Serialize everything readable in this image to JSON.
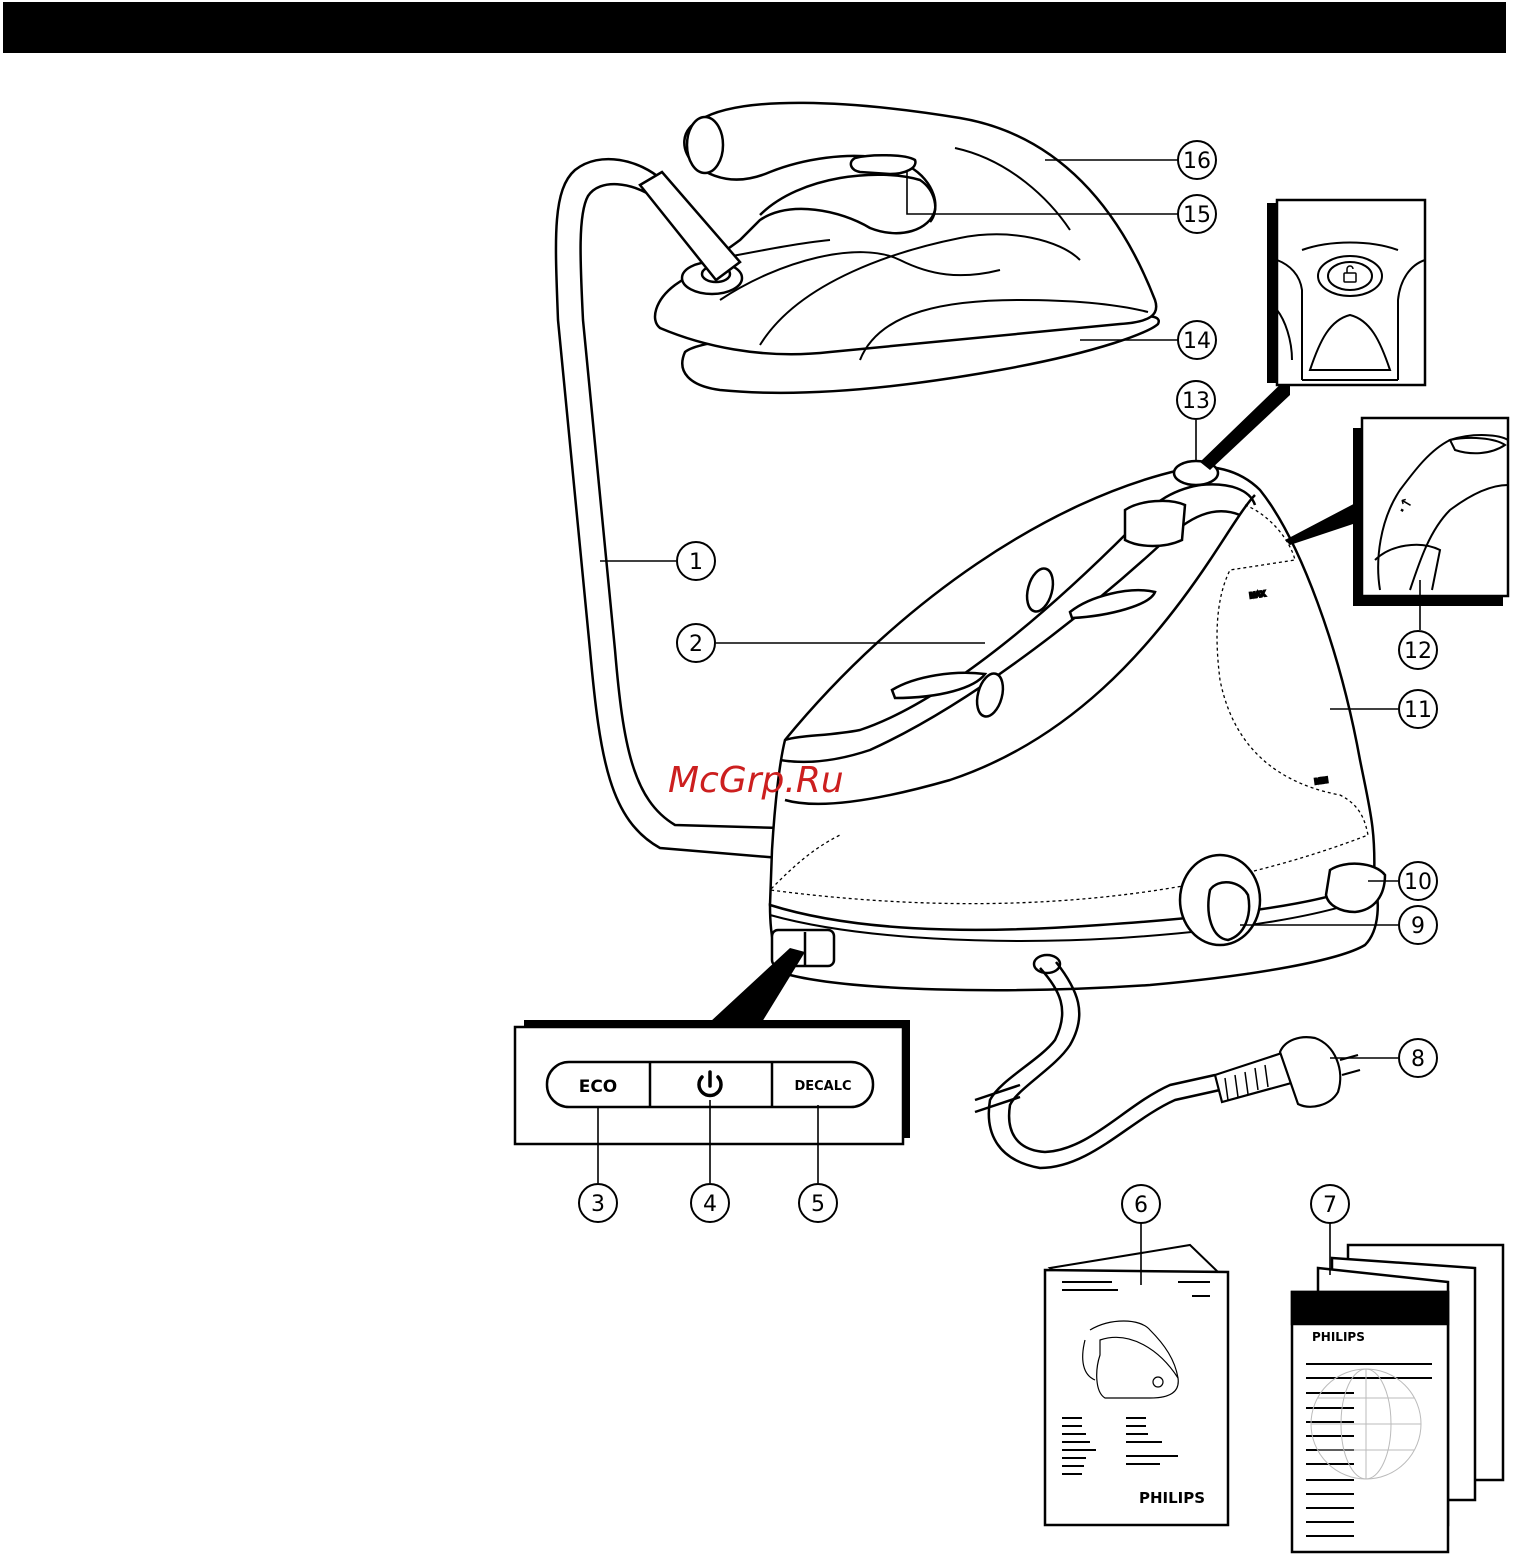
{
  "watermark": "McGrp.Ru",
  "colors": {
    "watermark": "#cc1f1f",
    "line": "#000000",
    "header": "#000000"
  },
  "control_panel": {
    "eco_label": "ECO",
    "power_icon": "power-icon",
    "decalc_label": "DECALC"
  },
  "water_tank": {
    "max_label": "MAX",
    "min_label": "MIN"
  },
  "lock_icon": "lock-icon",
  "manual_brand": "PHILIPS",
  "leaflet_brand": "PHILIPS",
  "callouts": [
    {
      "n": "1"
    },
    {
      "n": "2"
    },
    {
      "n": "3"
    },
    {
      "n": "4"
    },
    {
      "n": "5"
    },
    {
      "n": "6"
    },
    {
      "n": "7"
    },
    {
      "n": "8"
    },
    {
      "n": "9"
    },
    {
      "n": "10"
    },
    {
      "n": "11"
    },
    {
      "n": "12"
    },
    {
      "n": "13"
    },
    {
      "n": "14"
    },
    {
      "n": "15"
    },
    {
      "n": "16"
    }
  ]
}
